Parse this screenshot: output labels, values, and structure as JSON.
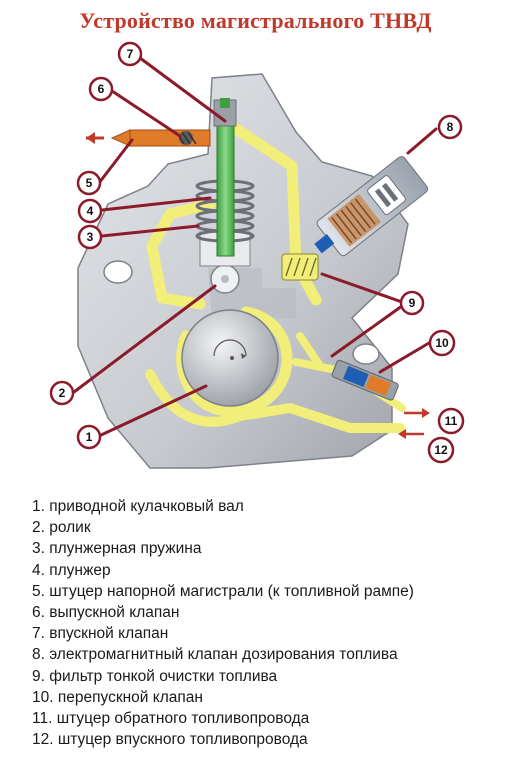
{
  "title": "Устройство магистрального ТНВД",
  "callouts": [
    {
      "num": "1",
      "text": "1. приводной кулачковый вал"
    },
    {
      "num": "2",
      "text": "2. ролик"
    },
    {
      "num": "3",
      "text": "3. плунжерная пружина"
    },
    {
      "num": "4",
      "text": "4. плунжер"
    },
    {
      "num": "5",
      "text": "5. штуцер напорной магистрали (к топливной рампе)"
    },
    {
      "num": "6",
      "text": "6. выпускной клапан"
    },
    {
      "num": "7",
      "text": "7. впускной клапан"
    },
    {
      "num": "8",
      "text": "8. электромагнитный клапан дозирования топлива"
    },
    {
      "num": "9",
      "text": "9. фильтр тонкой очистки топлива"
    },
    {
      "num": "10",
      "text": "10. перепускной клапан"
    },
    {
      "num": "11",
      "text": "11. штуцер обратного топливопровода"
    },
    {
      "num": "12",
      "text": "12. штуцер впускного топливопровода"
    }
  ],
  "colors": {
    "callout_line": "#8b1a2b",
    "fuel": "#f2ee7a",
    "body": "#c9ccd1",
    "plunger": "#5cb85c",
    "title": "#c0392b"
  }
}
